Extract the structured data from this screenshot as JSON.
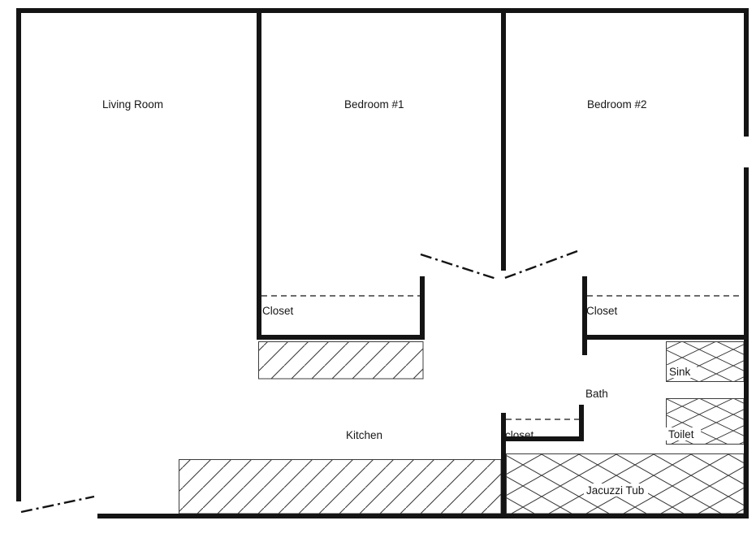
{
  "floorplan": {
    "labels": {
      "living_room": "Living Room",
      "bedroom_1": "Bedroom #1",
      "bedroom_2": "Bedroom #2",
      "closet_1": "Closet",
      "closet_2": "Closet",
      "sink": "Sink",
      "bath": "Bath",
      "kitchen": "Kitchen",
      "hall_closet": "closet",
      "toilet": "Toilet",
      "jacuzzi_tub": "Jacuzzi Tub"
    },
    "colors": {
      "wall": "#141414",
      "line": "#3c3c3c",
      "background": "#ffffff"
    }
  }
}
